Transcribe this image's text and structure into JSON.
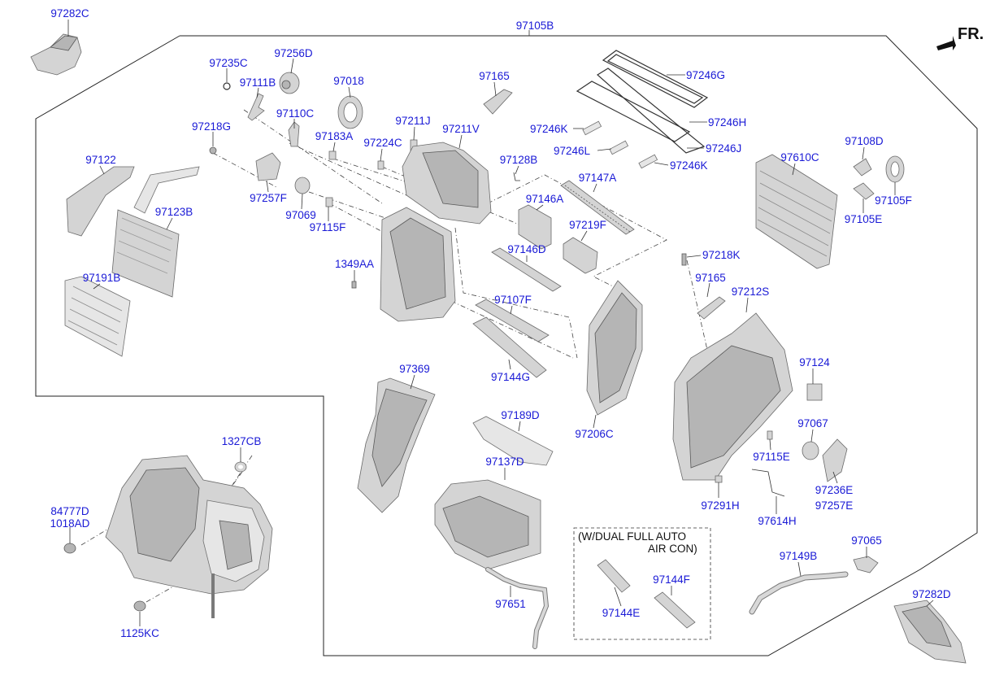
{
  "diagram": {
    "direction_label": "FR.",
    "note_line1": "(W/DUAL FULL AUTO",
    "note_line2": "AIR CON)",
    "parts": {
      "p97282C": "97282C",
      "p97105B": "97105B",
      "p97235C": "97235C",
      "p97256D": "97256D",
      "p97111B": "97111B",
      "p97018": "97018",
      "p97165a": "97165",
      "p97246G": "97246G",
      "p97110C": "97110C",
      "p97218G": "97218G",
      "p97183A": "97183A",
      "p97211J": "97211J",
      "p97211V": "97211V",
      "p97246H": "97246H",
      "p97246Ka": "97246K",
      "p97224C": "97224C",
      "p97246L": "97246L",
      "p97246J": "97246J",
      "p97108D": "97108D",
      "p97122": "97122",
      "p97128B": "97128B",
      "p97246Kb": "97246K",
      "p97610C": "97610C",
      "p97147A": "97147A",
      "p97257F": "97257F",
      "p97146A": "97146A",
      "p97105F": "97105F",
      "p97123B": "97123B",
      "p97069": "97069",
      "p97115Fa": "97115F",
      "p97219F": "97219F",
      "p97105E": "97105E",
      "p97146D": "97146D",
      "p97218K": "97218K",
      "p1349AA": "1349AA",
      "p97191B": "97191B",
      "p97165b": "97165",
      "p97212S": "97212S",
      "p97107F": "97107F",
      "p97124": "97124",
      "p97369": "97369",
      "p97144G": "97144G",
      "p97189D": "97189D",
      "p97067": "97067",
      "p97206C": "97206C",
      "p1327CB": "1327CB",
      "p97115E": "97115E",
      "p97137D": "97137D",
      "p84777D": "84777D",
      "p1018AD": "1018AD",
      "p97236E": "97236E",
      "p97257E": "97257E",
      "p97291H": "97291H",
      "p97614H": "97614H",
      "p97065": "97065",
      "p97149B": "97149B",
      "p97144F": "97144F",
      "p97651": "97651",
      "p97144E": "97144E",
      "p97282D": "97282D",
      "p1125KC": "1125KC"
    }
  }
}
